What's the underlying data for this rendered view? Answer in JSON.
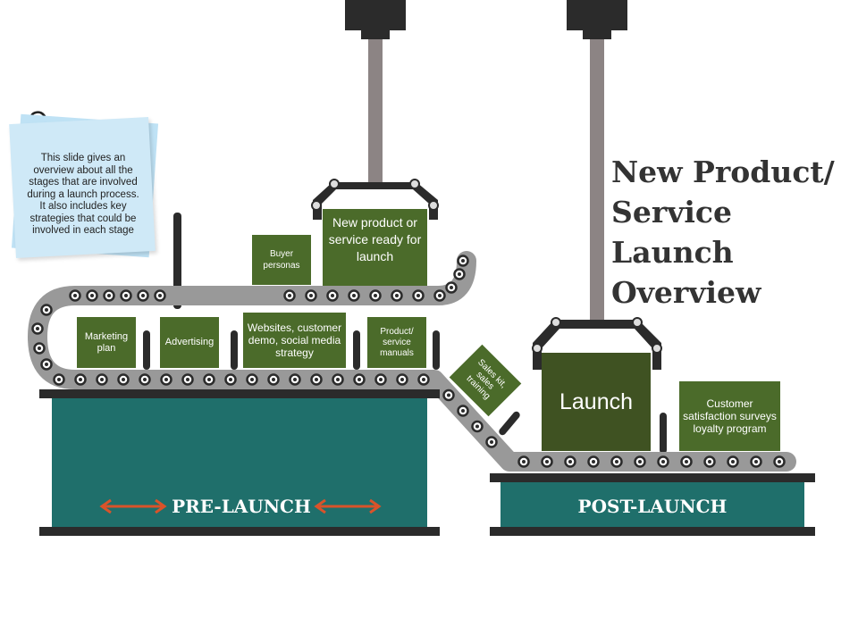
{
  "title": "New Product/ Service Launch Overview",
  "note": "This slide gives an overview about all the stages that are involved during a launch process. It also includes key strategies that could be involved in each stage",
  "colors": {
    "teal": "#1f6f6b",
    "box_green": "#4b6b2a",
    "launch_green": "#3f5222",
    "belt": "#999999",
    "arrow": "#d9532a",
    "dark": "#2b2b2b"
  },
  "boxes": {
    "buyer_personas": "Buyer personas",
    "new_product": "New product or service ready for launch",
    "marketing_plan": "Marketing plan",
    "advertising": "Advertising",
    "websites": "Websites, customer demo, social media strategy",
    "manuals": "Product/ service manuals",
    "sales_kit": "Sales kit, sales training",
    "launch": "Launch",
    "customer_surveys": "Customer satisfaction surveys loyalty program"
  },
  "bases": {
    "pre_launch": "PRE-LAUNCH",
    "post_launch": "POST-LAUNCH"
  }
}
